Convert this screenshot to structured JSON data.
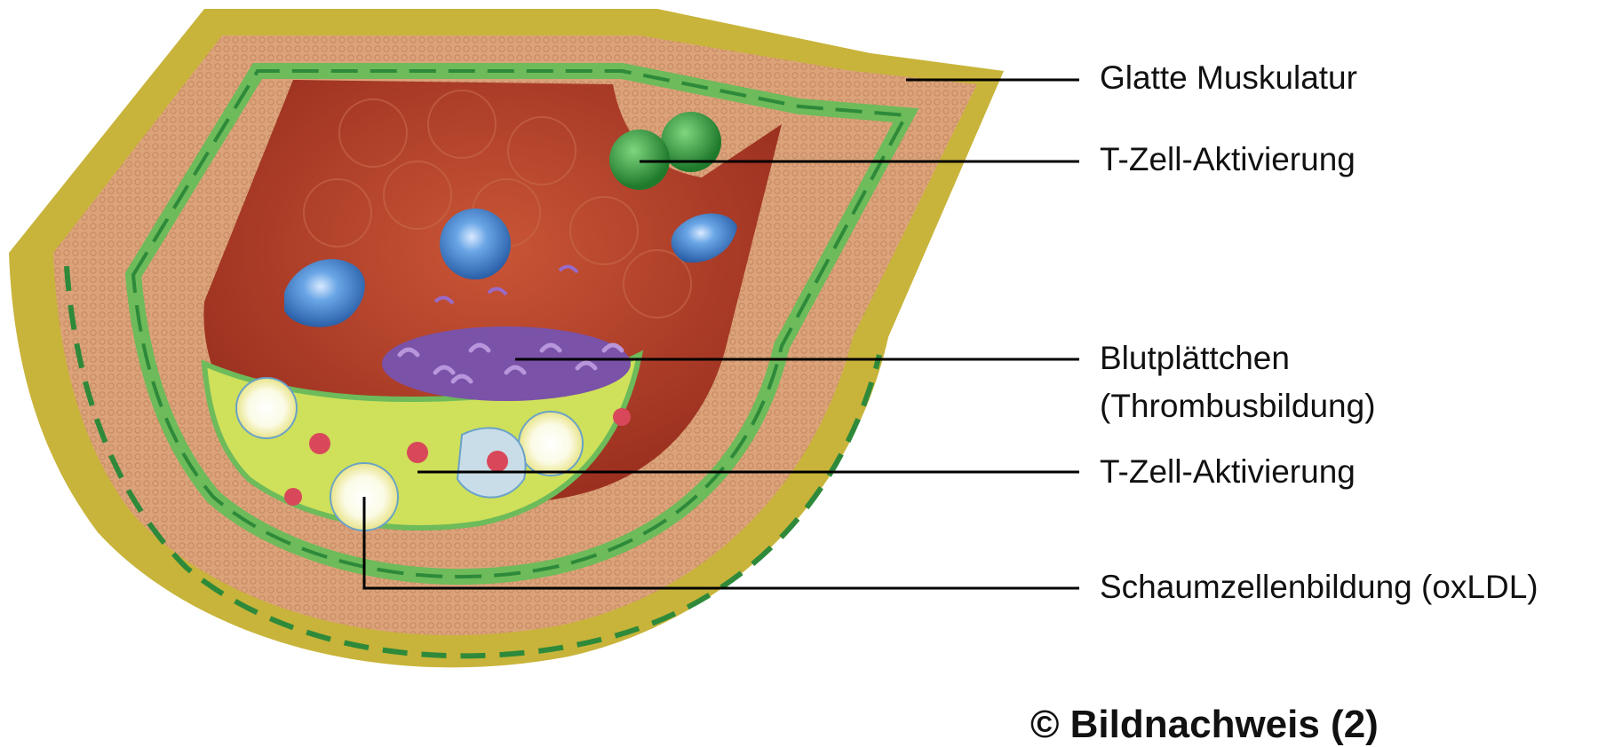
{
  "labels": {
    "smooth_muscle": "Glatte Muskulatur",
    "t_cell_top": "T-Zell-Aktivierung",
    "platelets_line1": "Blutplättchen",
    "platelets_line2": "(Thrombusbildung)",
    "t_cell_bottom": "T-Zell-Aktivierung",
    "foam_cells": "Schaumzellenbildung (oxLDL)"
  },
  "credit": "© Bildnachweis (2)",
  "colors": {
    "adventitia": "#c8b43a",
    "media": "#dca37a",
    "elastic_lamina": "#6dbb5a",
    "lumen": "#b8432c",
    "t_cell": "#2f9a3c",
    "monocyte": "#4f8fd6",
    "platelet": "#8a5bb5",
    "plaque": "#e8e27a",
    "lipid_core": "#f2f2f2",
    "nucleus": "#d9485a",
    "leader_line": "#000000"
  }
}
